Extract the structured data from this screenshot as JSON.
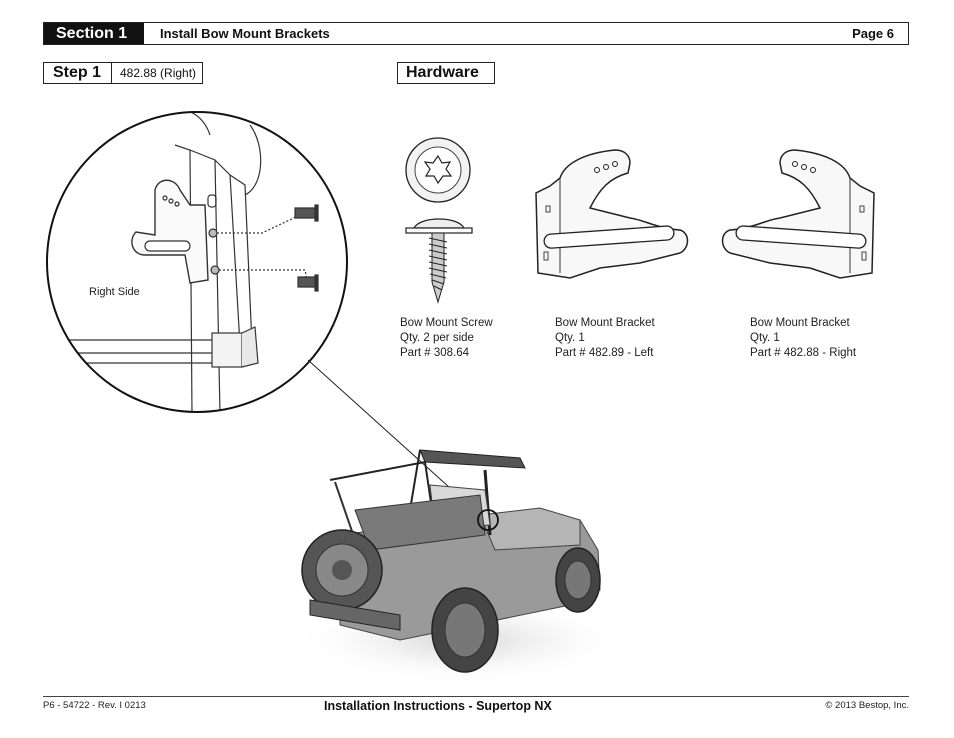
{
  "header": {
    "section_label": "Section 1",
    "section_title": "Install Bow Mount Brackets",
    "page_label": "Page 6"
  },
  "step": {
    "label": "Step 1",
    "value": "482.88 (Right)"
  },
  "hardware": {
    "label": "Hardware",
    "items": [
      {
        "name": "Bow Mount Screw",
        "qty": "Qty. 2 per side",
        "part": "Part # 308.64"
      },
      {
        "name": "Bow Mount Bracket",
        "qty": "Qty. 1",
        "part": "Part # 482.89 - Left"
      },
      {
        "name": "Bow Mount Bracket",
        "qty": "Qty. 1",
        "part": "Part # 482.88 - Right"
      }
    ]
  },
  "detail": {
    "side_label": "Right Side"
  },
  "footer": {
    "doc_number": "P6 - 54722 - Rev. I  0213",
    "title": "Installation Instructions - Supertop NX",
    "copyright": "© 2013 Bestop, Inc."
  }
}
